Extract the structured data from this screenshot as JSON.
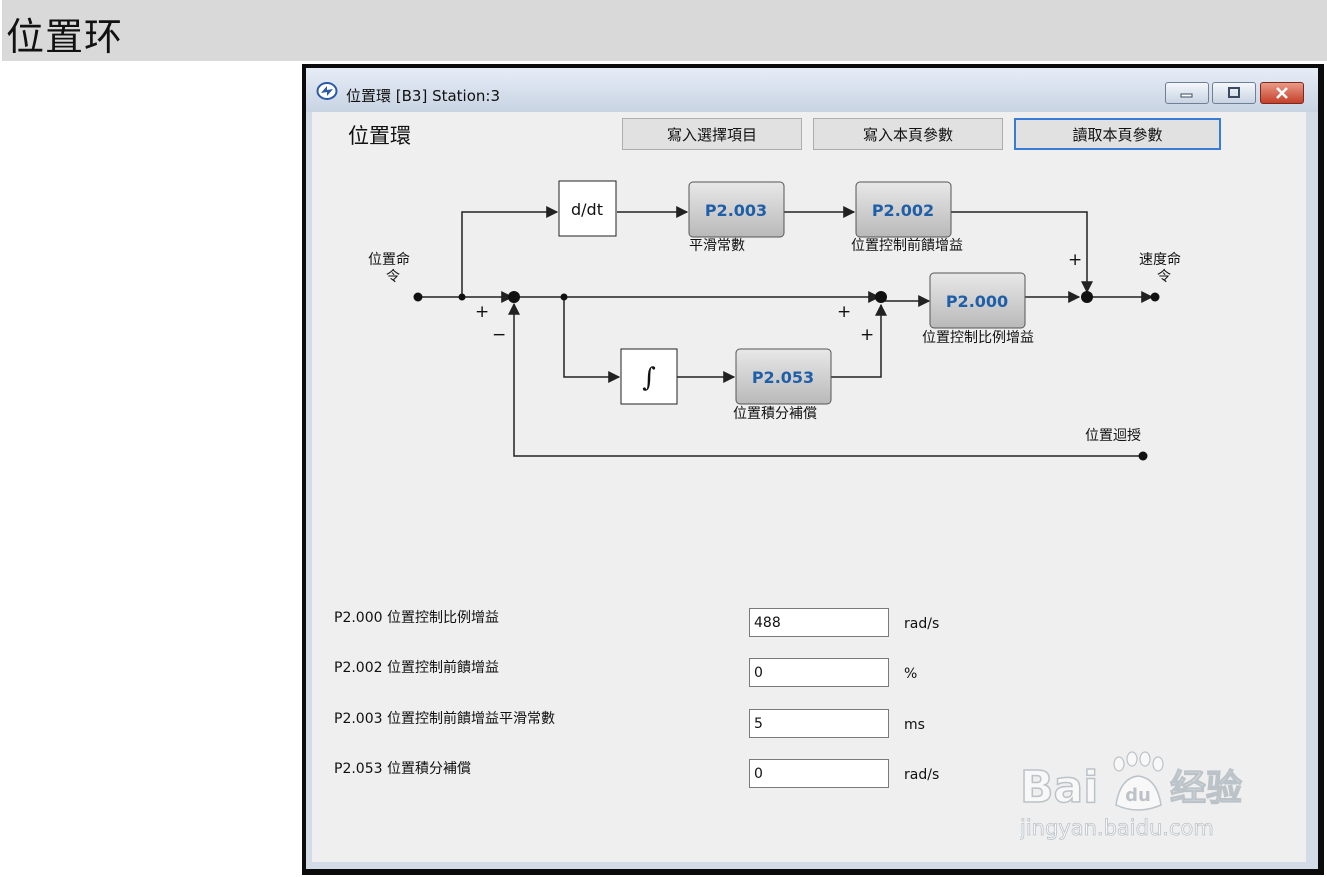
{
  "page": {
    "title": "位置环"
  },
  "window": {
    "title": "位置環 [B3] Station:3",
    "section_title": "位置環",
    "buttons": {
      "write_selected": "寫入選擇項目",
      "write_page": "寫入本頁參數",
      "read_page": "讀取本頁參數"
    }
  },
  "diagram": {
    "input_label_1": "位置命",
    "input_label_2": "令",
    "output_label_1": "速度命",
    "output_label_2": "令",
    "feedback_label": "位置迴授",
    "ddt_label": "d/dt",
    "integral_label": "∫",
    "blocks": {
      "p2003": {
        "code": "P2.003",
        "caption": "平滑常數"
      },
      "p2002": {
        "code": "P2.002",
        "caption": "位置控制前饋增益"
      },
      "p2000": {
        "code": "P2.000",
        "caption": "位置控制比例增益"
      },
      "p2053": {
        "code": "P2.053",
        "caption": "位置積分補償"
      }
    },
    "signs": {
      "plus": "+",
      "minus": "−"
    }
  },
  "params": [
    {
      "label": "P2.000 位置控制比例增益",
      "value": "488",
      "unit": "rad/s"
    },
    {
      "label": "P2.002 位置控制前饋增益",
      "value": "0",
      "unit": "%"
    },
    {
      "label": "P2.003 位置控制前饋增益平滑常數",
      "value": "5",
      "unit": "ms"
    },
    {
      "label": "P2.053 位置積分補償",
      "value": "0",
      "unit": "rad/s"
    }
  ],
  "watermark": {
    "brand": "Bai",
    "brand2": "经验",
    "url": "jingyan.baidu.com"
  },
  "colors": {
    "block_text": "#1f5fa8",
    "accent": "#3a7bd5"
  },
  "icons": {
    "app": "app-logo-icon",
    "minimize": "minimize-icon",
    "maximize": "maximize-icon",
    "close": "close-icon"
  }
}
